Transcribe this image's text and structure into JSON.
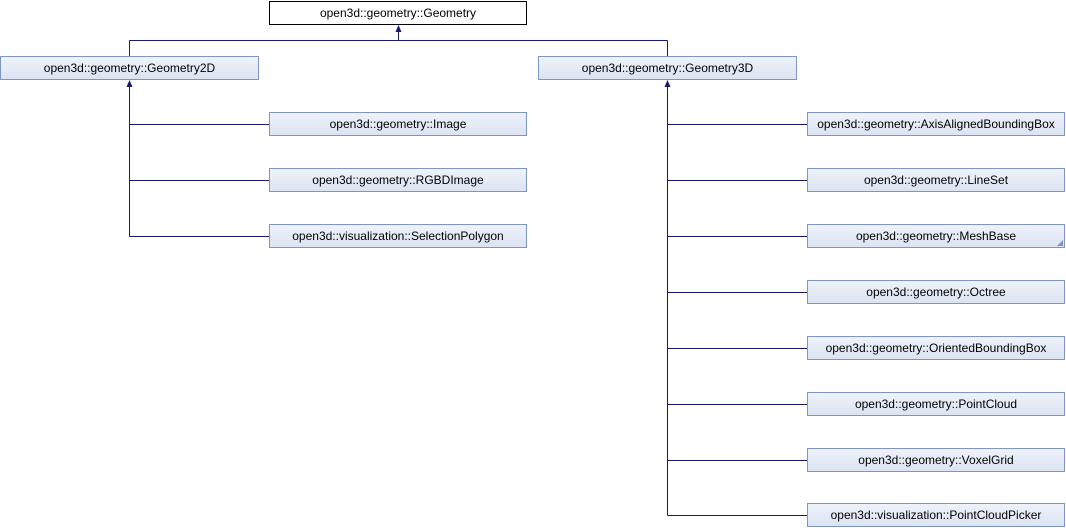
{
  "colors": {
    "edge": "#191970",
    "node_border": "#7f95c4",
    "node_fill": "#e8edf7",
    "root_border": "#000000",
    "root_fill": "#ffffff"
  },
  "diagram": {
    "root": {
      "label": "open3d::geometry::Geometry"
    },
    "branches": [
      {
        "label": "open3d::geometry::Geometry2D",
        "children": [
          {
            "label": "open3d::geometry::Image"
          },
          {
            "label": "open3d::geometry::RGBDImage"
          },
          {
            "label": "open3d::visualization::SelectionPolygon"
          }
        ]
      },
      {
        "label": "open3d::geometry::Geometry3D",
        "children": [
          {
            "label": "open3d::geometry::AxisAlignedBoundingBox"
          },
          {
            "label": "open3d::geometry::LineSet"
          },
          {
            "label": "open3d::geometry::MeshBase",
            "has_children": true
          },
          {
            "label": "open3d::geometry::Octree"
          },
          {
            "label": "open3d::geometry::OrientedBoundingBox"
          },
          {
            "label": "open3d::geometry::PointCloud"
          },
          {
            "label": "open3d::geometry::VoxelGrid"
          },
          {
            "label": "open3d::visualization::PointCloudPicker"
          }
        ]
      }
    ]
  }
}
